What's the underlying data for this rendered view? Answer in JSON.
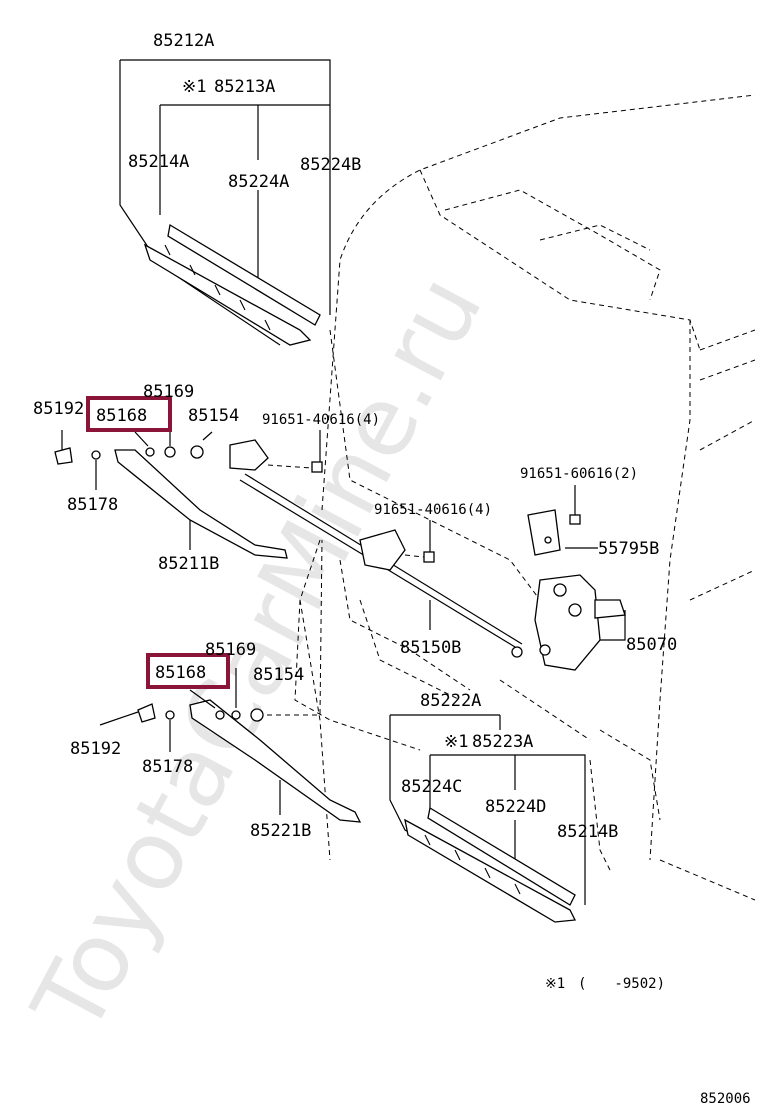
{
  "watermark": "ToyotaCarMine.ru",
  "diagram_code": "852006",
  "footnote": {
    "marker": "※1",
    "range": "(　　-9502)"
  },
  "labels": {
    "blade_assy_top": "85212A",
    "rubber_top": "85213A",
    "rubber_marker": "※1",
    "backing_top": "85214A",
    "plate_a": "85224A",
    "plate_b": "85224B",
    "washer_upper": "85169",
    "cap_upper_left": "85192",
    "nut_upper_highlight": "85168",
    "nut_upper": "85154",
    "bolt_upper_1": "91651-40616(4)",
    "bolt_right": "91651-60616(2)",
    "bolt_upper_2": "91651-40616(4)",
    "nut_small_upper": "85178",
    "bracket": "55795B",
    "arm_upper": "85211B",
    "motor": "85070",
    "link_rod": "85150B",
    "washer_lower": "85169",
    "nut_lower_highlight": "85168",
    "nut_lower": "85154",
    "blade_assy_bottom": "85222A",
    "rubber_bottom": "85223A",
    "rubber_marker_bottom": "※1",
    "cap_lower": "85192",
    "nut_small_lower": "85178",
    "plate_c": "85224C",
    "plate_d": "85224D",
    "backing_bottom": "85214B",
    "arm_lower": "85221B"
  },
  "colors": {
    "highlight": "#8a1538",
    "line": "#000000",
    "watermark": "#e6e6e6"
  }
}
